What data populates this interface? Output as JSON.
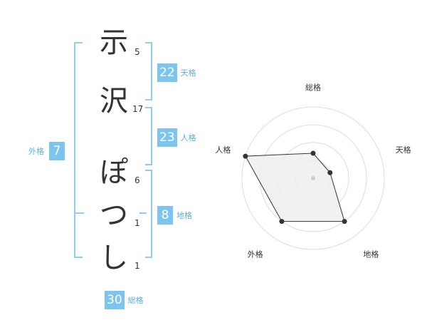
{
  "name_chars": [
    {
      "char": "示",
      "strokes": "5"
    },
    {
      "char": "沢",
      "strokes": "17"
    },
    {
      "char": "ぽ",
      "strokes": "6"
    },
    {
      "char": "つ",
      "strokes": "1"
    },
    {
      "char": "し",
      "strokes": "1"
    }
  ],
  "fortunes": {
    "tenkaku": {
      "value": "22",
      "label": "天格"
    },
    "jinkaku": {
      "value": "23",
      "label": "人格"
    },
    "chikaku": {
      "value": "8",
      "label": "地格"
    },
    "gaikaku": {
      "value": "7",
      "label": "外格"
    },
    "soukaku": {
      "value": "30",
      "label": "総格"
    }
  },
  "radar": {
    "axes": [
      "総格",
      "天格",
      "地格",
      "外格",
      "人格"
    ],
    "values": [
      0.35,
      0.25,
      0.75,
      0.75,
      1.0
    ],
    "rings": 4,
    "colors": {
      "ring": "#dddddd",
      "fill": "#eeeeee",
      "line": "#333333",
      "point": "#333333",
      "center": "#cccccc"
    }
  }
}
